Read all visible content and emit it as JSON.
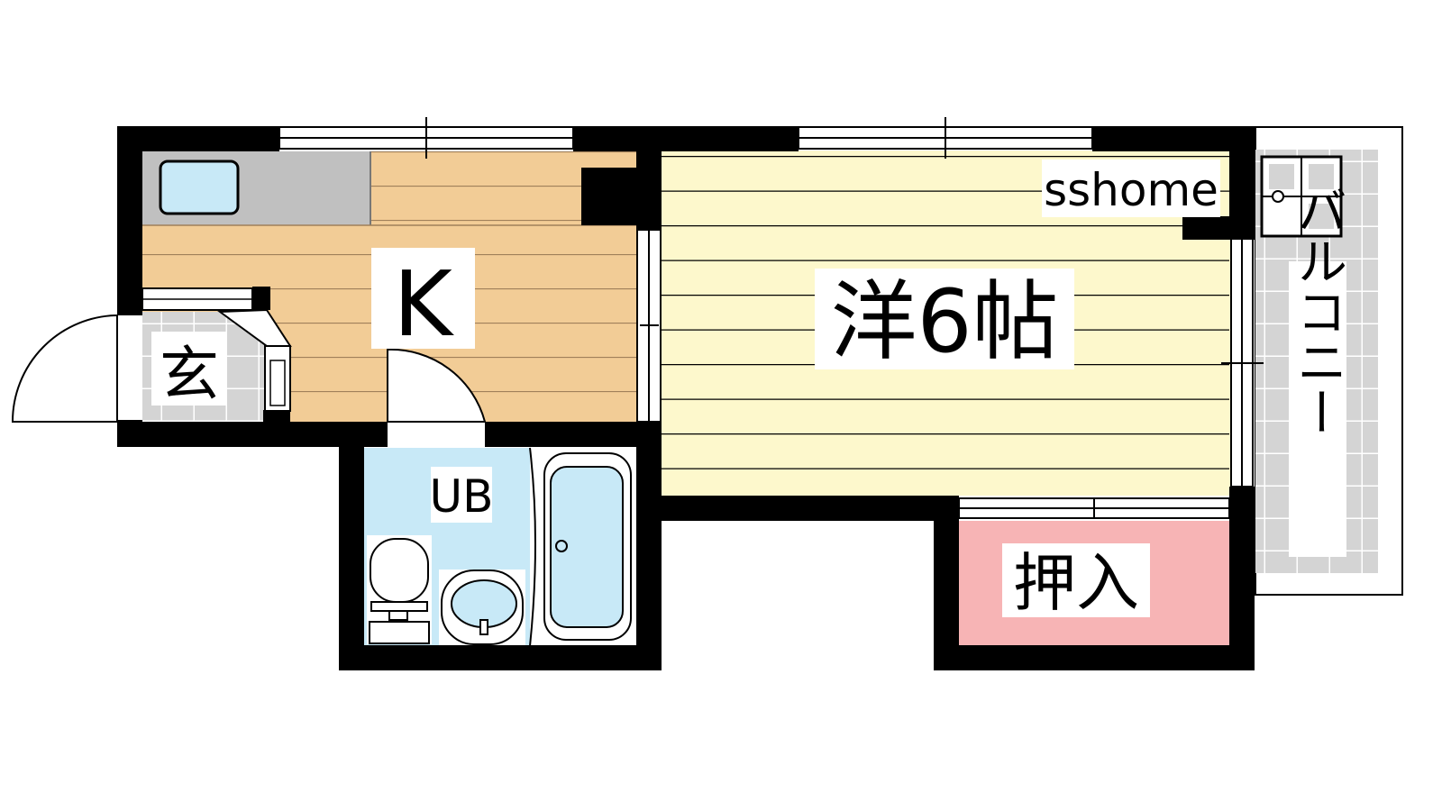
{
  "labels": {
    "kitchen": "K",
    "entrance": "玄",
    "bath": "UB",
    "western_room": "洋6帖",
    "closet": "押入",
    "balcony": "バルコニー",
    "watermark": "sshome"
  },
  "colors": {
    "wall": "#000000",
    "kitchen_floor": "#f2cc96",
    "room_floor": "#fdf8cc",
    "bath_floor": "#c8e9f7",
    "closet_floor": "#f7b4b5",
    "tile": "#d4d4d4",
    "counter": "#c0c0c0",
    "sink": "#c8e9f7"
  }
}
